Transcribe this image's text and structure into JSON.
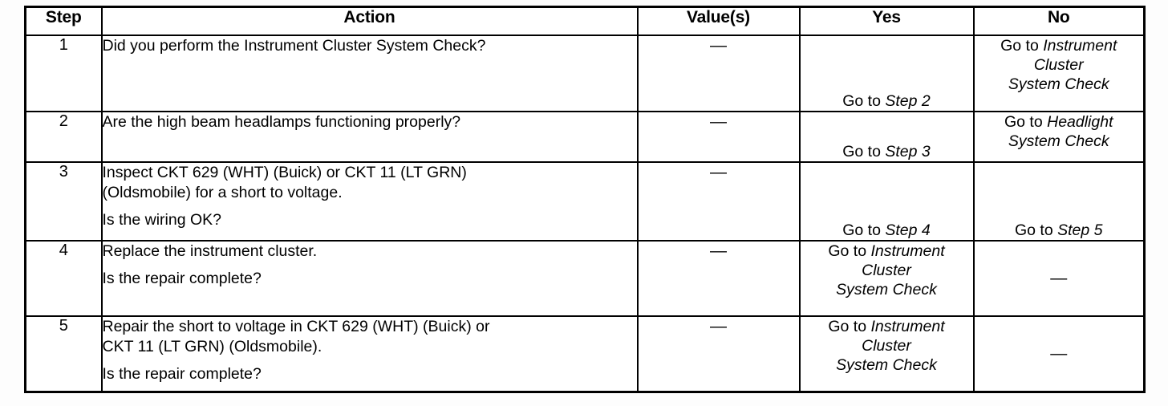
{
  "table": {
    "columns": [
      {
        "key": "step",
        "label": "Step"
      },
      {
        "key": "action",
        "label": "Action"
      },
      {
        "key": "value",
        "label": "Value(s)"
      },
      {
        "key": "yes",
        "label": "Yes"
      },
      {
        "key": "no",
        "label": "No"
      }
    ],
    "goto_prefix": "Go to ",
    "dash": "—",
    "rows": [
      {
        "step": "1",
        "action_lines": [
          {
            "text": "Did you perform the Instrument Cluster System Check?",
            "gap": false
          }
        ],
        "value": "—",
        "yes": {
          "prefix": "Go to ",
          "ref_lines": [
            "Step 2"
          ],
          "align": "bottom"
        },
        "no": {
          "prefix": "Go to ",
          "ref_lines": [
            "Instrument",
            "Cluster",
            "System Check"
          ],
          "align": "top"
        }
      },
      {
        "step": "2",
        "action_lines": [
          {
            "text": "Are the high beam headlamps functioning properly?",
            "gap": false
          }
        ],
        "value": "—",
        "yes": {
          "prefix": "Go to ",
          "ref_lines": [
            "Step 3"
          ],
          "align": "bottom"
        },
        "no": {
          "prefix": "Go to ",
          "ref_lines": [
            "Headlight",
            "System Check"
          ],
          "align": "top"
        }
      },
      {
        "step": "3",
        "action_lines": [
          {
            "text": "Inspect CKT 629 (WHT) (Buick) or CKT 11 (LT GRN)",
            "gap": false
          },
          {
            "text": "(Oldsmobile) for a short to voltage.",
            "gap": false
          },
          {
            "text": "Is the wiring OK?",
            "gap": true
          }
        ],
        "value": "—",
        "yes": {
          "prefix": "Go to ",
          "ref_lines": [
            "Step 4"
          ],
          "align": "bottom"
        },
        "no": {
          "prefix": "Go to ",
          "ref_lines": [
            "Step 5"
          ],
          "align": "bottom"
        }
      },
      {
        "step": "4",
        "action_lines": [
          {
            "text": "Replace the instrument cluster.",
            "gap": false
          },
          {
            "text": "Is the repair complete?",
            "gap": true
          }
        ],
        "value": "—",
        "yes": {
          "prefix": "Go to ",
          "ref_lines": [
            "Instrument",
            "Cluster",
            "System Check"
          ],
          "align": "top"
        },
        "no": {
          "prefix": "",
          "ref_lines": [],
          "dash": "—",
          "align": "middle"
        }
      },
      {
        "step": "5",
        "action_lines": [
          {
            "text": "Repair the short to voltage in CKT 629 (WHT) (Buick) or",
            "gap": false
          },
          {
            "text": "CKT 11 (LT GRN) (Oldsmobile).",
            "gap": false
          },
          {
            "text": "Is the repair complete?",
            "gap": true
          }
        ],
        "value": "—",
        "yes": {
          "prefix": "Go to ",
          "ref_lines": [
            "Instrument",
            "Cluster",
            "System Check"
          ],
          "align": "top"
        },
        "no": {
          "prefix": "",
          "ref_lines": [],
          "dash": "—",
          "align": "middle"
        }
      }
    ]
  }
}
